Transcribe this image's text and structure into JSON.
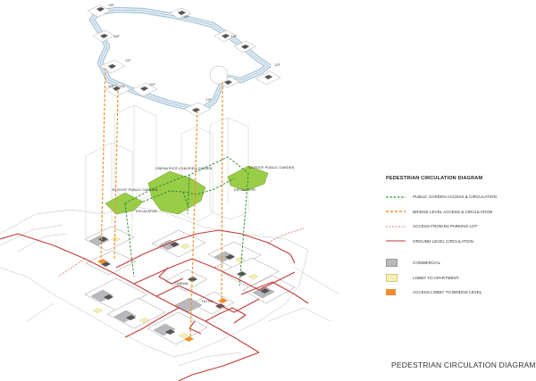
{
  "colors": {
    "public_garden": "#2e8b3a",
    "bridge_level": "#f0902a",
    "b1_parking": "#cc5555",
    "ground_level": "#c23a3a",
    "commercial": "#b9b9bd",
    "lobby_apartment": "#f5efb0",
    "lobby_bridge": "#ef8f2c",
    "garden_fill": "#9acd47",
    "bridge_fill": "#cfe2ee"
  },
  "floors": {
    "f15": "15F",
    "f14": "14F",
    "f16": "16F",
    "f13": "13F",
    "f12a": "12F",
    "f11": "11F",
    "f12b": "12F",
    "f10pool": "10F POOL",
    "f10": "10F",
    "f17": "17F"
  },
  "gardens": {
    "cinema_roof": "CINEMA ROOF (CHILDREN) GARDEN",
    "s3_left": "S3 ROOF PUBLIC GARDEN",
    "s2_right": "S2 ROOF PUBLIC GARDEN",
    "escalator_left": "ESCALATOR",
    "escalator_right": "ESCALATOR"
  },
  "ground": {
    "cinema": "CINEMA",
    "hotel": "HOTEL"
  },
  "legend": {
    "title": "PEDESTRIAN CIRCULATION DIAGRAM",
    "items": [
      {
        "key": "public_garden",
        "label": "PUBLIC GARDEN  ACCESS & CIRCULATION",
        "style": "dash"
      },
      {
        "key": "bridge_level",
        "label": "BRIDGE LEVEL ACCESS & CIRCULATION",
        "style": "dash"
      },
      {
        "key": "b1_parking",
        "label": "ACCESS FROM B1 PARKING LOT",
        "style": "dash"
      },
      {
        "key": "ground_level",
        "label": "GROUND LEVEL CIRCULATION",
        "style": "solid"
      },
      {
        "key": "commercial",
        "label": "COMMERCIAL",
        "style": "box"
      },
      {
        "key": "lobby_apartment",
        "label": "LOBBY TO APARTMENT",
        "style": "box"
      },
      {
        "key": "lobby_bridge",
        "label": "ACCESS LOBBY TO BRIDGE LEVEL",
        "style": "box"
      }
    ]
  },
  "caption": "PEDESTRIAN CIRCULATION DIAGRAM"
}
